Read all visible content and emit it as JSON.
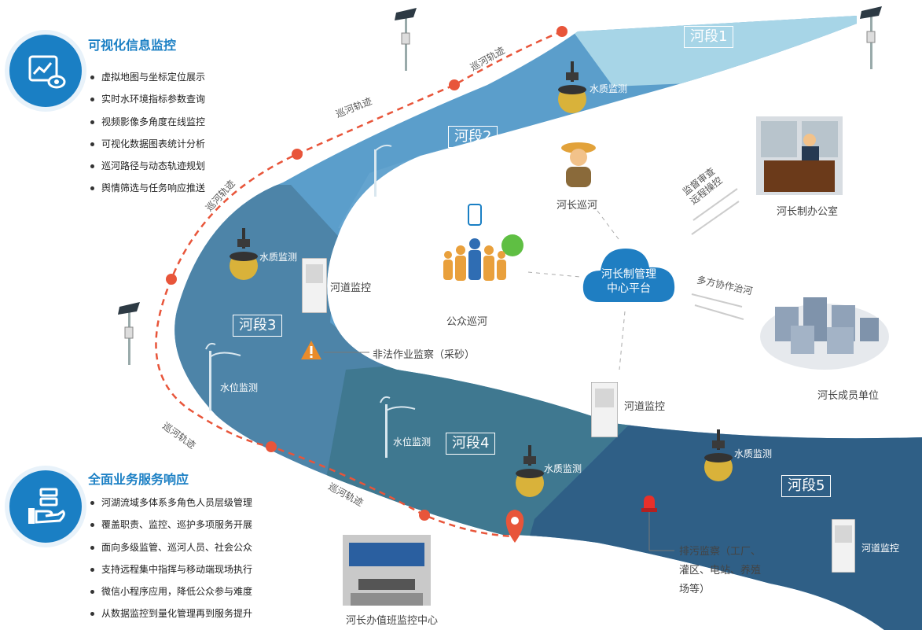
{
  "features": [
    {
      "title": "可视化信息监控",
      "icon": "monitor-chart-eye-icon",
      "items": [
        "虚拟地图与坐标定位展示",
        "实时水环境指标参数查询",
        "视频影像多角度在线监控",
        "可视化数据图表统计分析",
        "巡河路径与动态轨迹规划",
        "舆情筛选与任务响应推送"
      ]
    },
    {
      "title": "全面业务服务响应",
      "icon": "service-hand-icon",
      "items": [
        "河湖流域多体系多角色人员层级管理",
        "覆盖职责、监控、巡护多项服务开展",
        "面向多级监管、巡河人员、社会公众",
        "支持远程集中指挥与移动端现场执行",
        "微信小程序应用，降低公众参与难度",
        "从数据监控到量化管理再到服务提升"
      ]
    }
  ],
  "segments": [
    "河段1",
    "河段2",
    "河段3",
    "河段4",
    "河段5"
  ],
  "monitor_labels": {
    "water_quality": "水质监测",
    "water_level": "水位监测",
    "channel": "河道监控"
  },
  "track_label": "巡河轨迹",
  "center_platform": [
    "河长制管理",
    "中心平台"
  ],
  "river_chief_patrol": "河长巡河",
  "public_patrol": "公众巡河",
  "office": "河长制办公室",
  "member_units": "河长成员单位",
  "duty_center": "河长办值班监控中心",
  "arrow_supervise": [
    "监督审查",
    "远程操控"
  ],
  "arrow_cooperate": "多方协作治河",
  "illegal_label": "非法作业监察（采砂）",
  "pollution_label": [
    "排污监察（工厂、",
    "灌区、电站、养殖",
    "场等）"
  ],
  "colors": {
    "accent": "#1a7fc4",
    "track": "#e8553a",
    "seg1": "#a7d5e7",
    "seg2": "#5b9ecb",
    "seg3": "#4d84a8",
    "seg4": "#3f7890",
    "seg5": "#2f5f86",
    "warning": "#e98b2a"
  }
}
